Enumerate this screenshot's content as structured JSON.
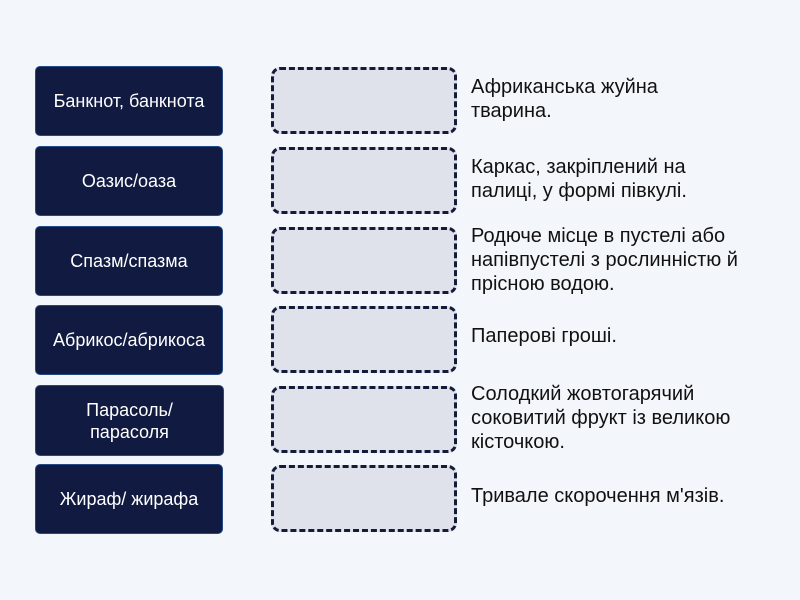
{
  "terms": [
    "Банкнот, банкнота",
    "Оазис/оаза",
    "Спазм/спазма",
    "Абрикос/абрикоса",
    "Парасоль/ парасоля",
    "Жираф/ жирафа"
  ],
  "definitions": [
    "Африканська жуйна тварина.",
    "Каркас, закріплений на палиці, у формі півкулі.",
    "Родюче місце в пустелі або напівпустелі з рослинністю й прісною водою.",
    "Паперові гроші.",
    "Солодкий жовтогарячий соковитий фрукт із великою кісточкою.",
    "Тривале скорочення м'язів."
  ]
}
